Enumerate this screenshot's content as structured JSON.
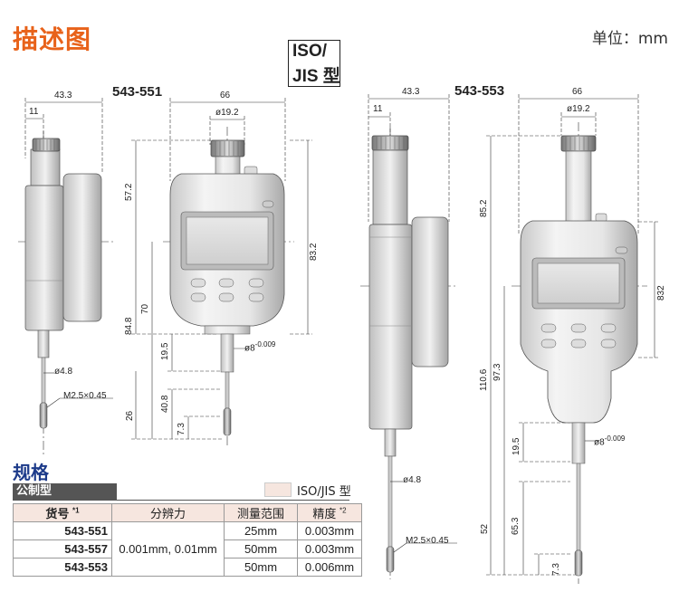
{
  "header": {
    "title": "描述图",
    "unit": "单位：mm"
  },
  "iso_mark": {
    "line1": "ISO/",
    "line2": "JIS 型"
  },
  "models": {
    "left": "543-551",
    "right": "543-553"
  },
  "dims_left": {
    "w43": "43.3",
    "w11": "11",
    "w66": "66",
    "d19": "ø19.2",
    "h57": "57.2",
    "h83": "83.2",
    "h84": "84.8",
    "h70": "70",
    "h19": "19.5",
    "d8": "ø8",
    "d8tol": "-0.009",
    "d48": "ø4.8",
    "m25": "M2.5×0.45",
    "h26": "26",
    "h40": "40.8",
    "h73": "7.3"
  },
  "dims_right": {
    "w43": "43.3",
    "w11": "11",
    "w66": "66",
    "d19": "ø19.2",
    "h85": "85.2",
    "h83": "832",
    "h110": "110.6",
    "h97": "97.3",
    "h19": "19.5",
    "d8": "ø8",
    "d8tol": "-0.009",
    "d48": "ø4.8",
    "m25": "M2.5×0.45",
    "h52": "52",
    "h65": "65.3",
    "h73": "7.3"
  },
  "spec": {
    "title": "规格",
    "metric": "公制型",
    "legend": "ISO/JIS 型",
    "headers": {
      "code": "货号",
      "code_note": "*1",
      "resolution": "分辨力",
      "range": "测量范围",
      "accuracy": "精度",
      "accuracy_note": "*2"
    },
    "resolution_value": "0.001mm, 0.01mm",
    "rows": [
      {
        "code": "543-551",
        "range": "25mm",
        "accuracy": "0.003mm"
      },
      {
        "code": "543-557",
        "range": "50mm",
        "accuracy": "0.003mm"
      },
      {
        "code": "543-553",
        "range": "50mm",
        "accuracy": "0.006mm"
      }
    ]
  },
  "colors": {
    "title": "#e8621a",
    "spec_title": "#1d3b8a",
    "iso_highlight": "#f6e6df"
  }
}
